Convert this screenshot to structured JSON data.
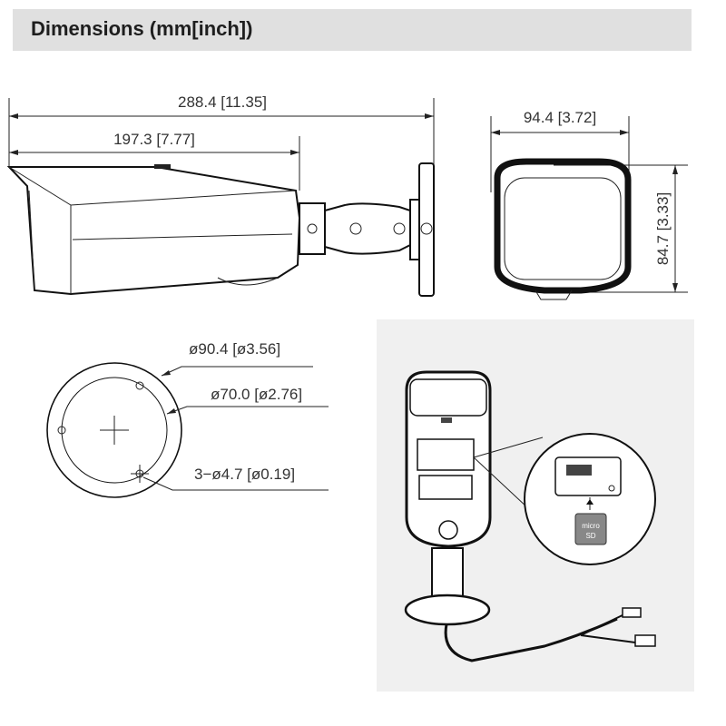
{
  "header": {
    "title": "Dimensions (mm[inch])"
  },
  "side_view": {
    "overall_length": "288.4 [11.35]",
    "body_length": "197.3 [7.77]"
  },
  "front_view": {
    "width": "94.4 [3.72]",
    "height": "84.7 [3.33]"
  },
  "mount_view": {
    "outer_diameter": "ø90.4 [ø3.56]",
    "bolt_circle": "ø70.0 [ø2.76]",
    "holes": "3−ø4.7 [ø0.19]"
  },
  "inset": {
    "card_label_line1": "micro",
    "card_label_line2": "SD"
  },
  "colors": {
    "header_bg": "#e0e0e0",
    "line": "#222222",
    "inset_bg": "#f0f0f0"
  }
}
